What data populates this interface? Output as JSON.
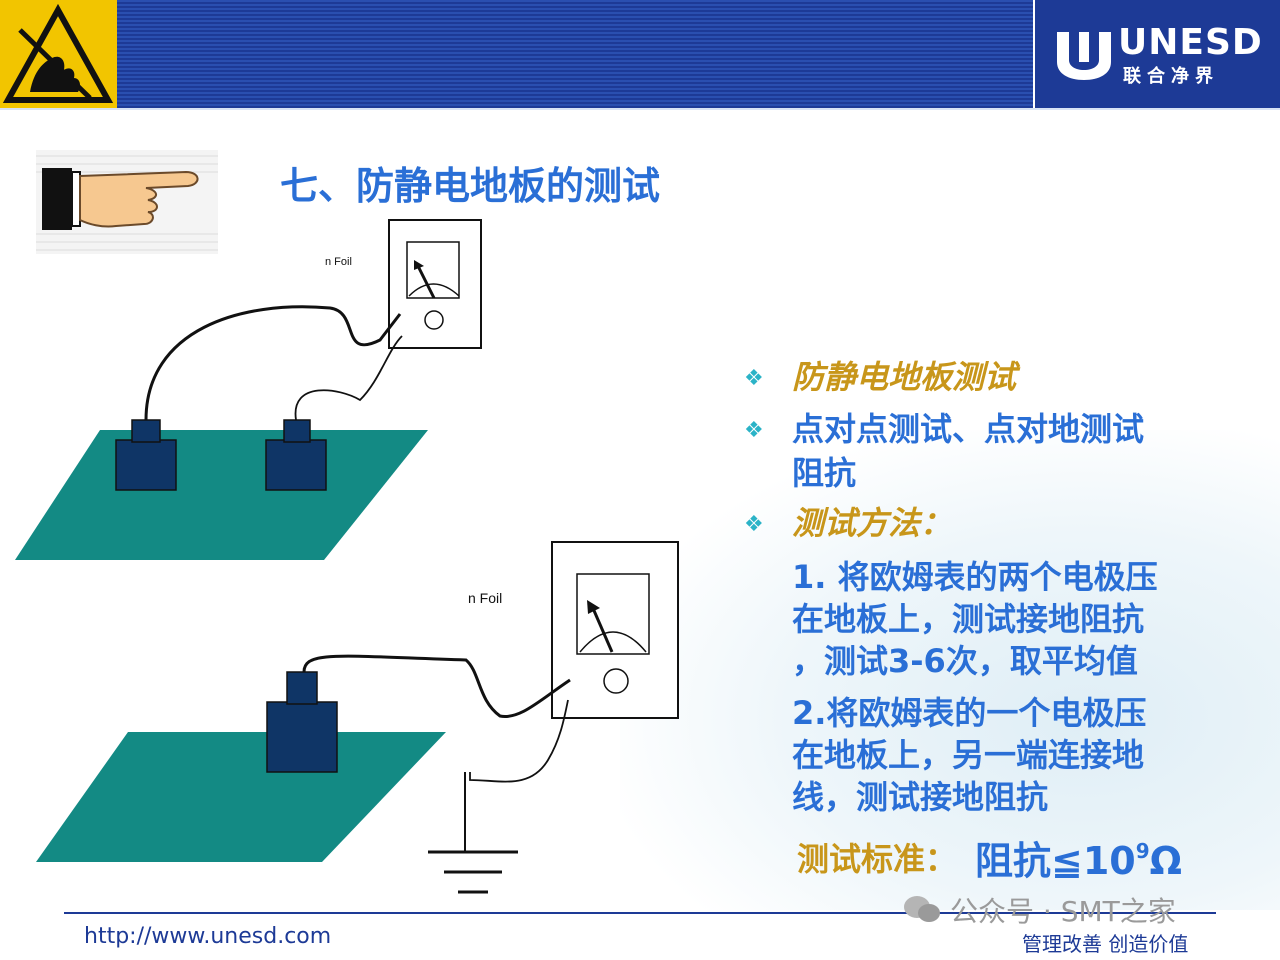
{
  "header": {
    "brand": "UNESD",
    "brand_sub": "联合净界"
  },
  "title": "七、防静电地板的测试",
  "diagram": {
    "top_meter_label": "n Foil",
    "bottom_meter_label": "n Foil"
  },
  "content": {
    "items": [
      {
        "text": "防静电地板测试",
        "style": "gold"
      },
      {
        "text": "点对点测试、点对地测试",
        "style": "blue"
      },
      {
        "text": "阻抗",
        "style": "blue"
      },
      {
        "text": "测试方法：",
        "style": "gold"
      }
    ],
    "method_lines": [
      " 1. 将欧姆表的两个电极压",
      "在地板上，测试接地阻抗",
      "，测试3-6次，取平均值",
      " 2.将欧姆表的一个电极压",
      "在地板上，另一端连接地",
      "线，测试接地阻抗"
    ],
    "standard_label": "测试标准：",
    "standard_value_prefix": "阻抗≦10",
    "standard_value_exp": "9",
    "standard_value_unit": "Ω"
  },
  "footer": {
    "url": "http://www.unesd.com",
    "slogan": "管理改善   创造价值",
    "watermark": "公众号 · SMT之家"
  },
  "colors": {
    "header_blue": "#1d3a96",
    "title_blue": "#2a6fd6",
    "gold": "#c8961a",
    "floor_teal": "#138a84",
    "electrode_navy": "#0f3566",
    "warning_yellow": "#f2c500"
  }
}
